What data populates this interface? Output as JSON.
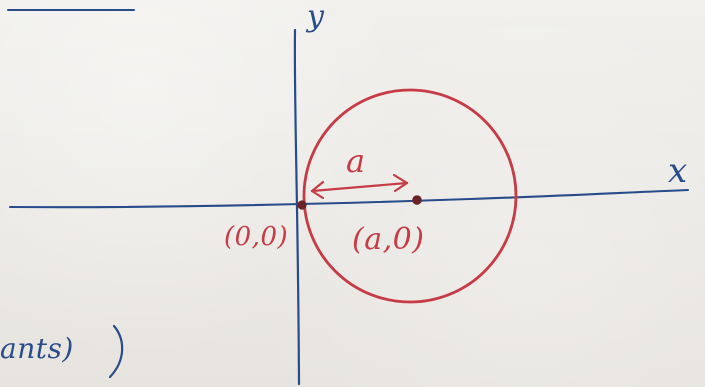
{
  "diagram": {
    "labels": {
      "y_axis": "y",
      "x_axis": "x",
      "radius": "a",
      "origin_point": "(0,0)",
      "center_point": "(a,0)",
      "partial_text": "ants)"
    },
    "colors": {
      "paper": "#ecebe8",
      "blue_ink": "#284b8a",
      "red_ink": "#c63b45",
      "point_fill": "#6a2427"
    }
  }
}
